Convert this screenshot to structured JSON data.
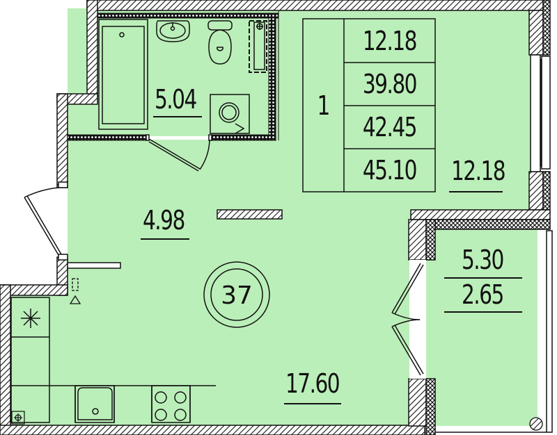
{
  "plan": {
    "apartment_number": "37",
    "fill_color": "#bbefb9",
    "wall_color": "#111111",
    "summary_table": {
      "rooms_count": "1",
      "values": [
        "12.18",
        "39.80",
        "42.45",
        "45.10"
      ]
    },
    "rooms": {
      "bathroom": {
        "area": "5.04"
      },
      "hallway": {
        "area": "4.98"
      },
      "living_kitchen": {
        "area": "17.60"
      },
      "bedroom": {
        "area": "12.18"
      },
      "balcony": {
        "area": "5.30",
        "reduced_area": "2.65"
      }
    },
    "fixtures": [
      "bathtub",
      "sink",
      "toilet",
      "washing-machine",
      "riser",
      "kitchen-sink",
      "stove",
      "ventilation",
      "boiler"
    ]
  }
}
